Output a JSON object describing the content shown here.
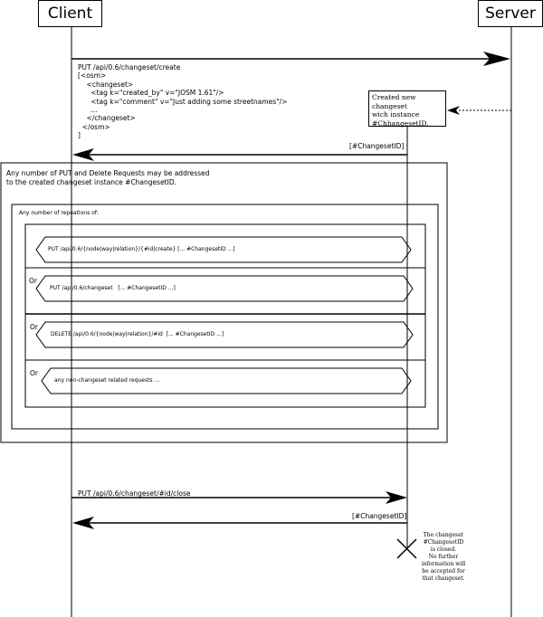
{
  "actors": {
    "client": "Client",
    "server": "Server"
  },
  "create_message": {
    "lines": [
      "PUT /api/0.6/changeset/create",
      "[<osm>",
      "    <changeset>",
      "      <tag k=\"created_by\" v=\"JOSM 1.61\"/>",
      "      <tag k=\"comment\" v=\"Just adding some streetnames\"/>",
      "      ...",
      "    </changeset>",
      "  </osm>",
      "]"
    ]
  },
  "server_note": {
    "lines": [
      "Created new",
      "changeset",
      "wich instance",
      "#ChhangesetID."
    ]
  },
  "create_response": "[#ChangesetID]",
  "outer_loop": {
    "lines": [
      "Any number of PUT and Delete Requests may be addressed",
      "to the created changeset instance #ChangesetID."
    ]
  },
  "inner_loop": {
    "label": "Any number of repeations of:"
  },
  "alternatives": [
    {
      "prefix": "",
      "request": "PUT /api/0.6/{node|way|relation}/{#id|create} [... #ChangesetID ...]"
    },
    {
      "prefix": "Or",
      "request": "PUT /api/0.6/changeset   [... #ChangesetID ...]"
    },
    {
      "prefix": "Or",
      "request": "DELETE /api/0.6/{node|way|relation}/#id  [... #ChangesetID ...]"
    },
    {
      "prefix": "Or",
      "request": "any non-changeset related requests ..."
    }
  ],
  "close_message": "PUT /api/0.6/changeset/#id/close",
  "close_response": "[#ChangesetID]",
  "end_note": {
    "lines": [
      "The changeset",
      "#ChangesetID",
      "is closed.",
      "No further",
      "information will",
      "be accepted for",
      "that changeset."
    ]
  }
}
